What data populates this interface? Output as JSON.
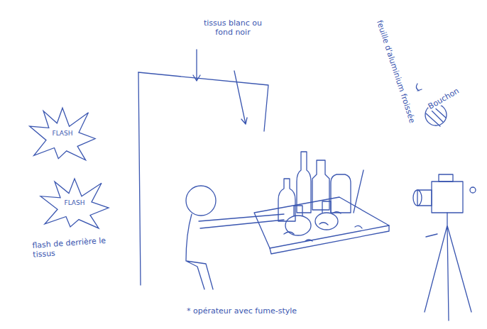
{
  "diagram": {
    "nodes": [
      {
        "text": [
          "FLASH"
        ]
      },
      {
        "text": [
          "FLASH"
        ]
      }
    ],
    "labels": [
      "tissus blanc ou fond noir",
      "feuille d'aluminium froissée",
      "Bouchon",
      "flash de derrière le tissus",
      "* opérateur avec fume-style"
    ]
  }
}
